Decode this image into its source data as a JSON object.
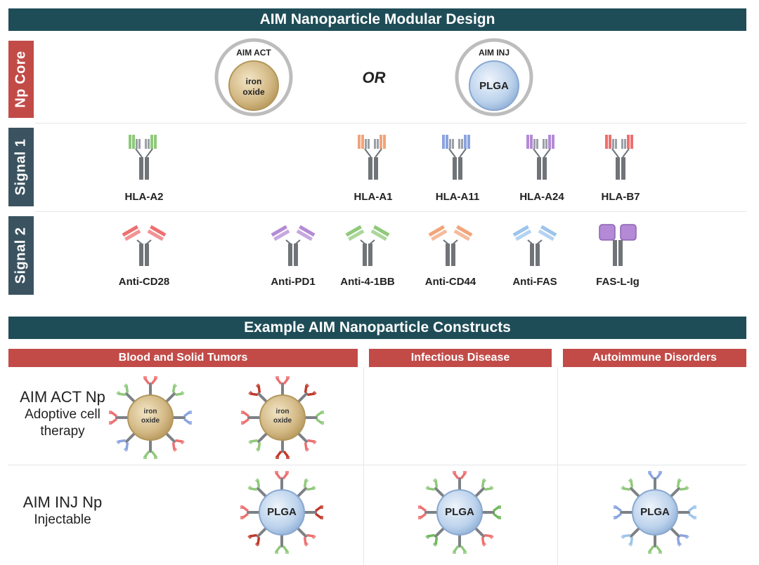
{
  "title": "AIM Nanoparticle Modular Design",
  "sections": {
    "np_core": "Np Core",
    "signal1": "Signal 1",
    "signal2": "Signal 2"
  },
  "core": {
    "act": {
      "label": "AIM ACT",
      "core_text": [
        "iron",
        "oxide"
      ]
    },
    "or_text": "OR",
    "inj": {
      "label": "AIM INJ",
      "core_text": [
        "PLGA"
      ]
    }
  },
  "signal1_items": [
    {
      "label": "HLA-A2",
      "color": "#8fc97a"
    },
    {
      "label": "HLA-A1",
      "color": "#f2a47a"
    },
    {
      "label": "HLA-A11",
      "color": "#8aa4e0"
    },
    {
      "label": "HLA-A24",
      "color": "#b48ad6"
    },
    {
      "label": "HLA-B7",
      "color": "#ee6f6f"
    }
  ],
  "signal2_items": [
    {
      "label": "Anti-CD28",
      "color": "#ee6f6f"
    },
    {
      "label": "Anti-PD1",
      "color": "#b48ad6"
    },
    {
      "label": "Anti-4-1BB",
      "color": "#8fc97a"
    },
    {
      "label": "Anti-CD44",
      "color": "#f2a47a"
    },
    {
      "label": "Anti-FAS",
      "color": "#9cc4ec"
    },
    {
      "label": "FAS-L-Ig",
      "color": "#b48ad6"
    }
  ],
  "constructs": {
    "title": "Example AIM Nanoparticle Constructs",
    "columns": [
      "Blood and Solid Tumors",
      "Infectious Disease",
      "Autoimmune Disorders"
    ],
    "rows": [
      {
        "title": "AIM ACT Np",
        "subtitle": [
          "Adoptive cell",
          "therapy"
        ]
      },
      {
        "title": "AIM INJ Np",
        "subtitle": [
          "Injectable"
        ]
      }
    ],
    "particles": {
      "iron_text": [
        "iron",
        "oxide"
      ],
      "plga_text": [
        "PLGA"
      ]
    }
  },
  "colors": {
    "banner": "#1f4d57",
    "np_core_tab": "#c24b48",
    "signal_tab": "#3b5360",
    "column_header": "#c24b48",
    "iron_core": "#d2b783",
    "plga_core": "#bcd2ec"
  }
}
